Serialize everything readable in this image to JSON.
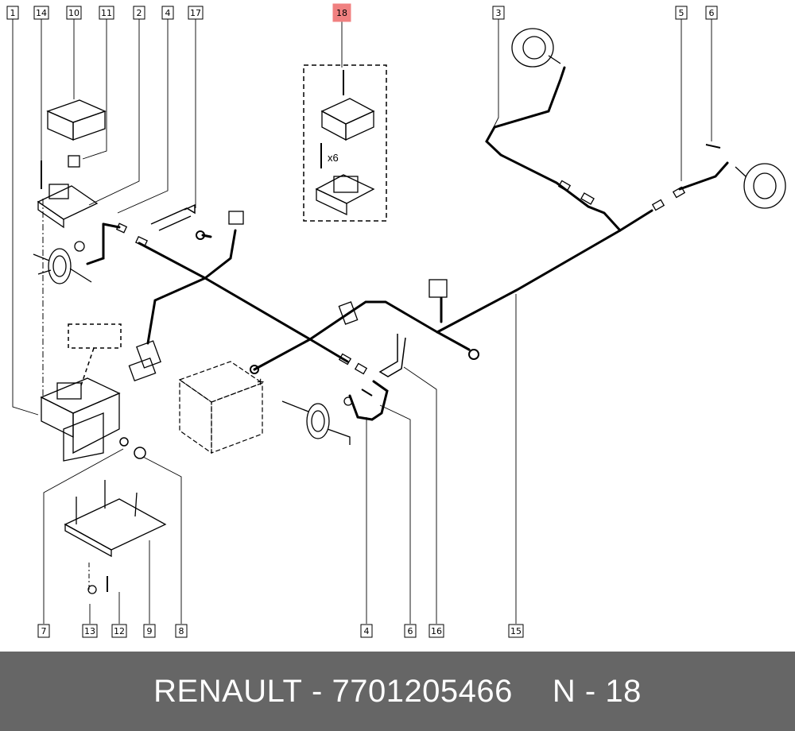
{
  "footer": {
    "brand": "RENAULT",
    "separator": "-",
    "part_number": "7701205466",
    "page_ref": "N - 18"
  },
  "battery": {
    "polarity_label": "+"
  },
  "kit_quantity": "x6",
  "highlight_color": "#f08080",
  "callouts": [
    {
      "id": "1",
      "label": "1"
    },
    {
      "id": "14",
      "label": "14"
    },
    {
      "id": "10",
      "label": "10"
    },
    {
      "id": "11",
      "label": "11"
    },
    {
      "id": "2",
      "label": "2"
    },
    {
      "id": "4a",
      "label": "4"
    },
    {
      "id": "17",
      "label": "17"
    },
    {
      "id": "18",
      "label": "18",
      "highlight": true
    },
    {
      "id": "3",
      "label": "3"
    },
    {
      "id": "5",
      "label": "5"
    },
    {
      "id": "6a",
      "label": "6"
    },
    {
      "id": "7",
      "label": "7"
    },
    {
      "id": "13",
      "label": "13"
    },
    {
      "id": "12",
      "label": "12"
    },
    {
      "id": "9",
      "label": "9"
    },
    {
      "id": "8",
      "label": "8"
    },
    {
      "id": "4b",
      "label": "4"
    },
    {
      "id": "6b",
      "label": "6"
    },
    {
      "id": "16",
      "label": "16"
    },
    {
      "id": "15",
      "label": "15"
    }
  ]
}
